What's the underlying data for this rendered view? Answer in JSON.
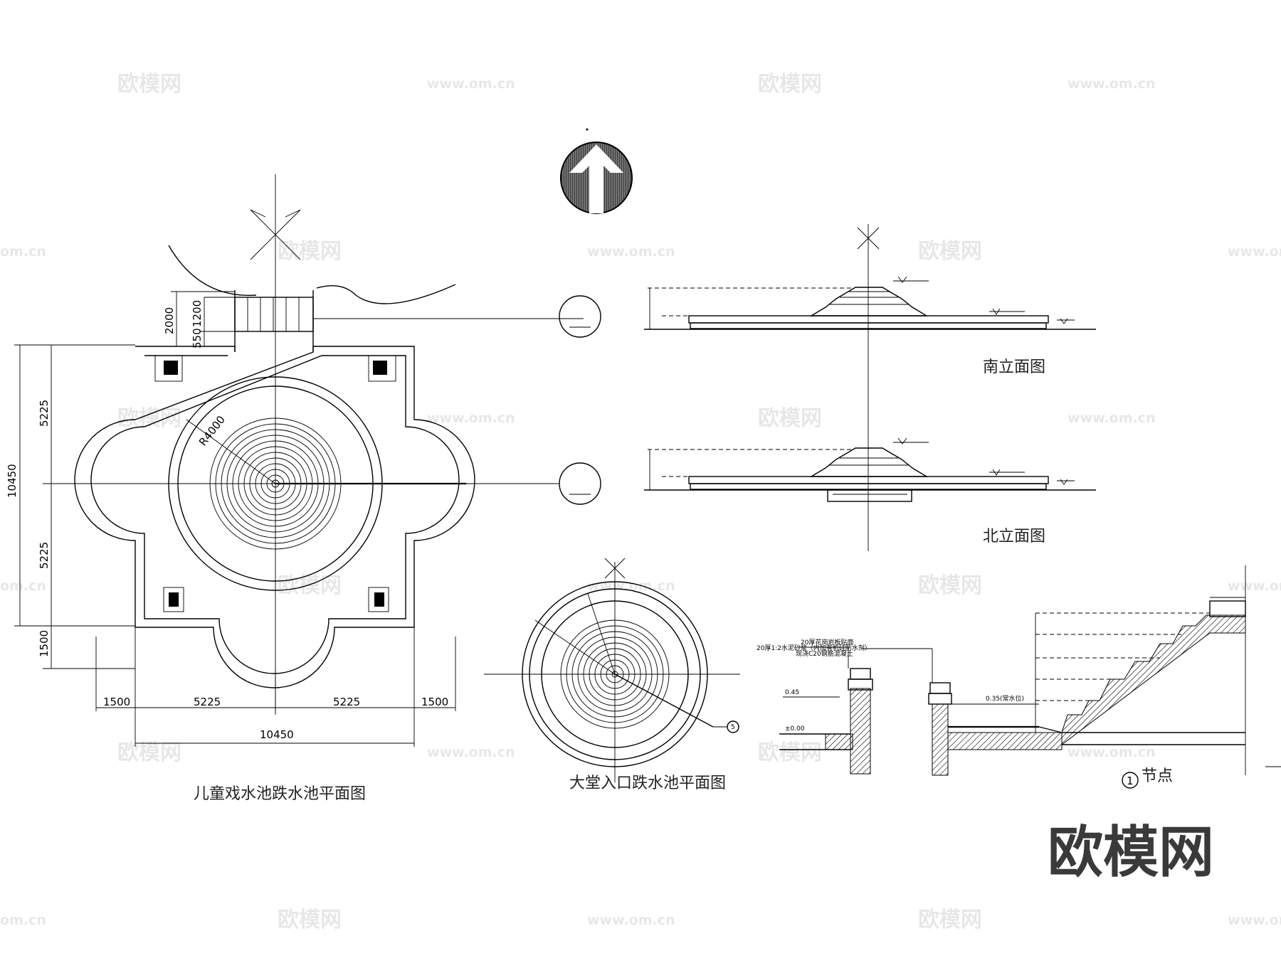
{
  "titles": {
    "plan_children": "儿童戏水池跌水池平面图",
    "plan_lobby": "大堂入口跌水池平面图",
    "elev_south": "南立面图",
    "elev_north": "北立面图",
    "node": "节点",
    "node_number": "1",
    "section_mark": "5"
  },
  "dims": {
    "d2000": "2000",
    "d1200": "1200",
    "d550": "550",
    "d10450_v": "10450",
    "d5225_top": "5225",
    "d5225_bottom": "5225",
    "d1500_v": "1500",
    "d1500_left": "1500",
    "d5225_left": "5225",
    "d5225_right": "5225",
    "d1500_right": "1500",
    "d10450_h": "10450",
    "radius": "R4000"
  },
  "section_notes": {
    "line1": "20厚花岗岩板贴面",
    "line2": "20厚1:2水泥砂浆（内加有机硅防水剂）",
    "line3": "现浇C20钢筋混凝土",
    "lvl_045": "0.45",
    "lvl_000": "±0.00",
    "lvl_035": "0.35(常水位)"
  },
  "watermarks": {
    "brand": "欧模网",
    "url": "www.om.cn",
    "url_partial": "om.cn"
  }
}
